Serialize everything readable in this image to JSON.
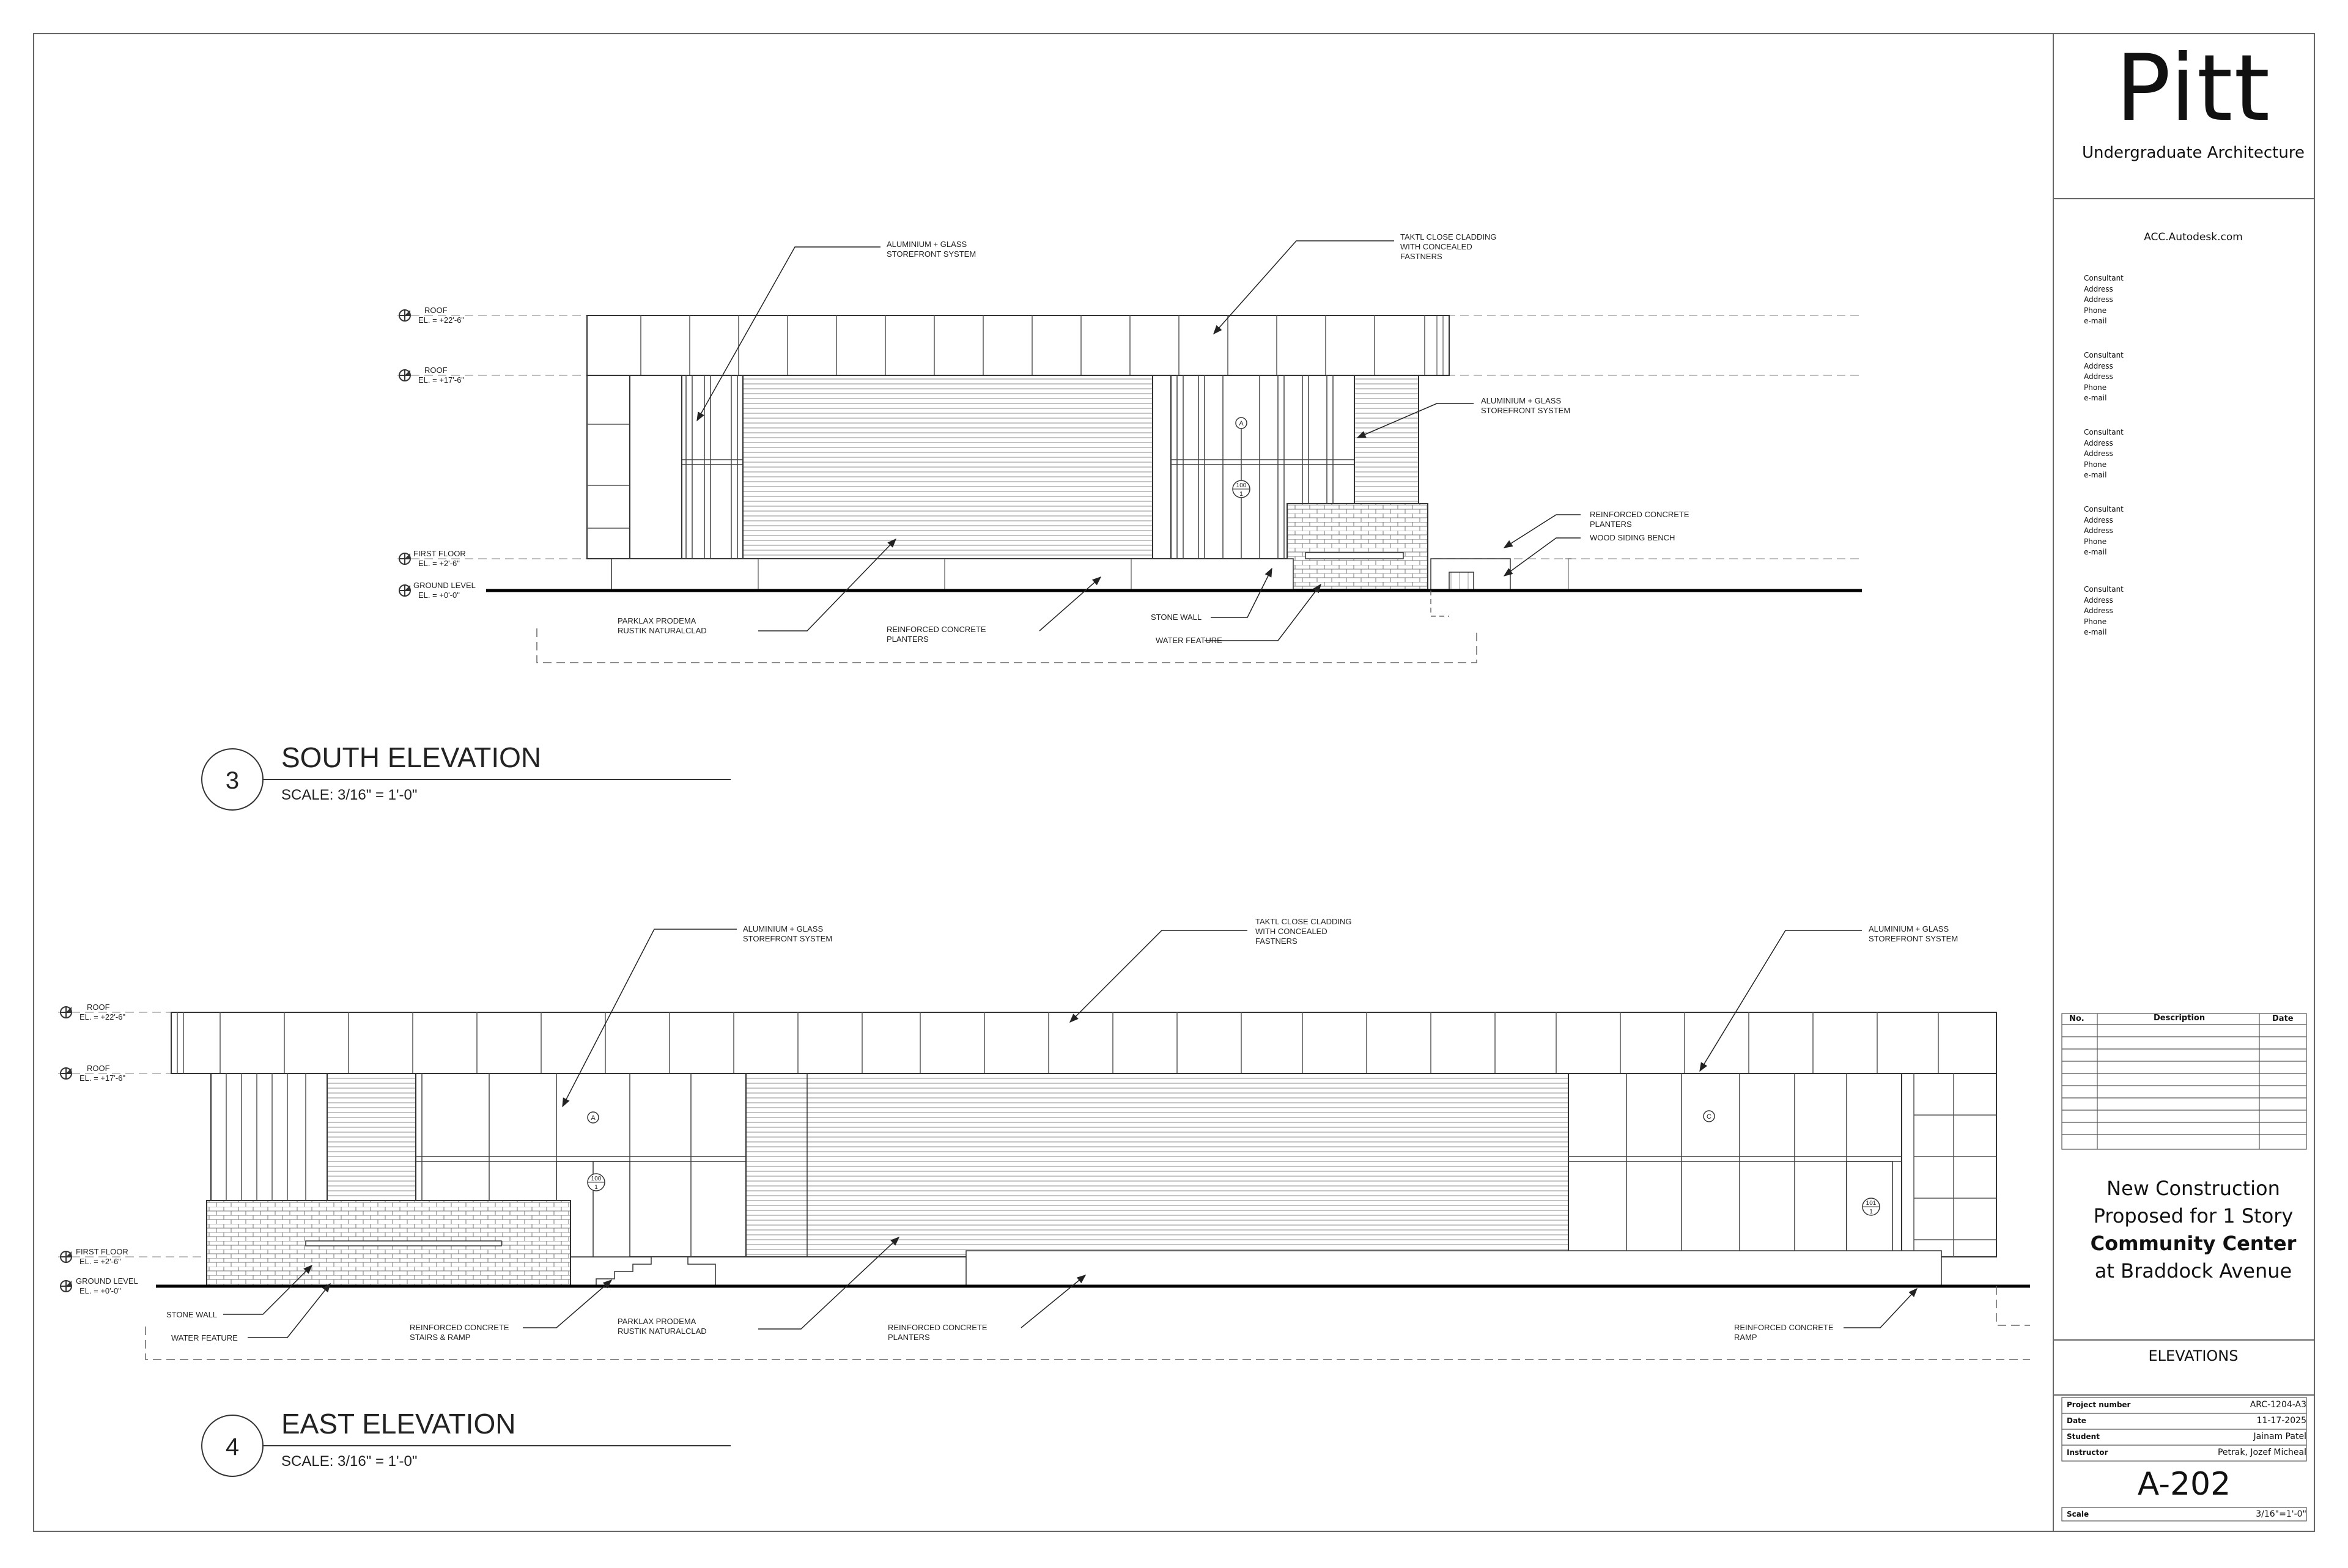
{
  "titleblock": {
    "logo": "Pitt",
    "subtitle": "Undergraduate Architecture",
    "website": "ACC.Autodesk.com",
    "consultants": [
      {
        "name": "Consultant",
        "lines": [
          "Address",
          "Address",
          "Phone",
          "e-mail"
        ]
      },
      {
        "name": "Consultant",
        "lines": [
          "Address",
          "Address",
          "Phone",
          "e-mail"
        ]
      },
      {
        "name": "Consultant",
        "lines": [
          "Address",
          "Address",
          "Phone",
          "e-mail"
        ]
      },
      {
        "name": "Consultant",
        "lines": [
          "Address",
          "Address",
          "Phone",
          "e-mail"
        ]
      },
      {
        "name": "Consultant",
        "lines": [
          "Address",
          "Address",
          "Phone",
          "e-mail"
        ]
      }
    ],
    "revisions": {
      "headers": [
        "No.",
        "Description",
        "Date"
      ],
      "rows": 9
    },
    "project_lines": [
      "New Construction",
      "Proposed for 1 Story",
      "Community Center",
      "at Braddock Avenue"
    ],
    "sheet_title": "ELEVATIONS",
    "info": [
      {
        "key": "Project number",
        "value": "ARC-1204-A3"
      },
      {
        "key": "Date",
        "value": "11-17-2025"
      },
      {
        "key": "Student",
        "value": "Jainam Patel"
      },
      {
        "key": "Instructor",
        "value": "Petrak, Jozef Micheal"
      }
    ],
    "sheet_number": "A-202",
    "scale": {
      "key": "Scale",
      "value": "3/16\"=1'-0\""
    }
  },
  "south": {
    "number": "3",
    "title": "SOUTH ELEVATION",
    "scale": "SCALE: 3/16\" = 1'-0\"",
    "levels": [
      {
        "name": "ROOF",
        "elev": "EL. = +22'-6\""
      },
      {
        "name": "ROOF",
        "elev": "EL. = +17'-6\""
      },
      {
        "name": "FIRST FLOOR",
        "elev": "EL. = +2'-6\""
      },
      {
        "name": "GROUND LEVEL",
        "elev": "EL. = +0'-0\""
      }
    ],
    "notes": {
      "storefront_top": [
        "ALUMINIUM + GLASS",
        "STOREFRONT SYSTEM"
      ],
      "cladding": [
        "TAKTL CLOSE CLADDING",
        "WITH CONCEALED",
        "FASTNERS"
      ],
      "storefront_right": [
        "ALUMINIUM + GLASS",
        "STOREFRONT SYSTEM"
      ],
      "planters_right": [
        "REINFORCED CONCRETE",
        "PLANTERS"
      ],
      "bench": [
        "WOOD SIDING BENCH"
      ],
      "parklax": [
        "PARKLAX PRODEMA",
        "RUSTIK NATURALCLAD"
      ],
      "planters_bottom": [
        "REINFORCED CONCRETE",
        "PLANTERS"
      ],
      "stone_wall": [
        "STONE WALL"
      ],
      "water_feature": [
        "WATER FEATURE"
      ]
    },
    "tags": {
      "grid": "A",
      "door": "100",
      "door_sub": "1"
    }
  },
  "east": {
    "number": "4",
    "title": "EAST  ELEVATION",
    "scale": "SCALE: 3/16\" = 1'-0\"",
    "levels": [
      {
        "name": "ROOF",
        "elev": "EL. = +22'-6\""
      },
      {
        "name": "ROOF",
        "elev": "EL. = +17'-6\""
      },
      {
        "name": "FIRST FLOOR",
        "elev": "EL. = +2'-6\""
      },
      {
        "name": "GROUND LEVEL",
        "elev": "EL. = +0'-0\""
      }
    ],
    "notes": {
      "storefront_left": [
        "ALUMINIUM + GLASS",
        "STOREFRONT SYSTEM"
      ],
      "cladding": [
        "TAKTL CLOSE CLADDING",
        "WITH CONCEALED",
        "FASTNERS"
      ],
      "storefront_right": [
        "ALUMINIUM + GLASS",
        "STOREFRONT SYSTEM"
      ],
      "stone_wall": [
        "STONE WALL"
      ],
      "water_feature": [
        "WATER FEATURE"
      ],
      "stairs": [
        "REINFORCED CONCRETE",
        "STAIRS & RAMP"
      ],
      "parklax": [
        "PARKLAX PRODEMA",
        "RUSTIK NATURALCLAD"
      ],
      "planters": [
        "REINFORCED CONCRETE",
        "PLANTERS"
      ],
      "ramp": [
        "REINFORCED CONCRETE",
        "RAMP"
      ]
    },
    "tags": {
      "grid_a": "A",
      "grid_c": "C",
      "door1": "100",
      "door2": "101",
      "door_sub": "1"
    }
  }
}
